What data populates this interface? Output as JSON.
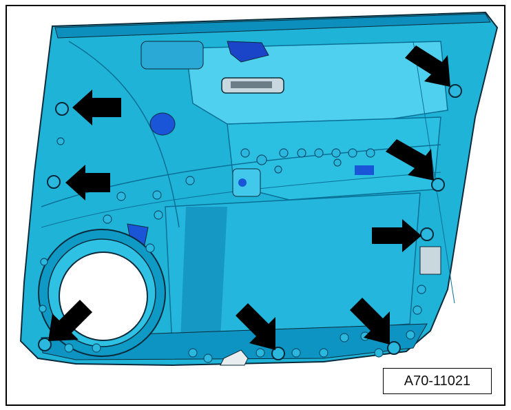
{
  "figure": {
    "reference_code": "A70-11021"
  },
  "colors": {
    "panel_fill": "#1fb3d8",
    "panel_dark": "#0a6f95",
    "panel_light": "#7fe3f6",
    "outline": "#0a2a3a",
    "arrow": "#000000",
    "background": "#ffffff"
  },
  "arrows": [
    {
      "target": "upper-left-fastener",
      "direction": "left"
    },
    {
      "target": "mid-left-fastener",
      "direction": "left"
    },
    {
      "target": "lower-left-fastener",
      "direction": "down-left"
    },
    {
      "target": "bottom-center-fastener",
      "direction": "down-right"
    },
    {
      "target": "bottom-right-fastener",
      "direction": "down-right"
    },
    {
      "target": "upper-right-fastener",
      "direction": "down-right"
    },
    {
      "target": "mid-right-fastener",
      "direction": "down-right"
    },
    {
      "target": "lower-right-fastener",
      "direction": "right"
    }
  ]
}
